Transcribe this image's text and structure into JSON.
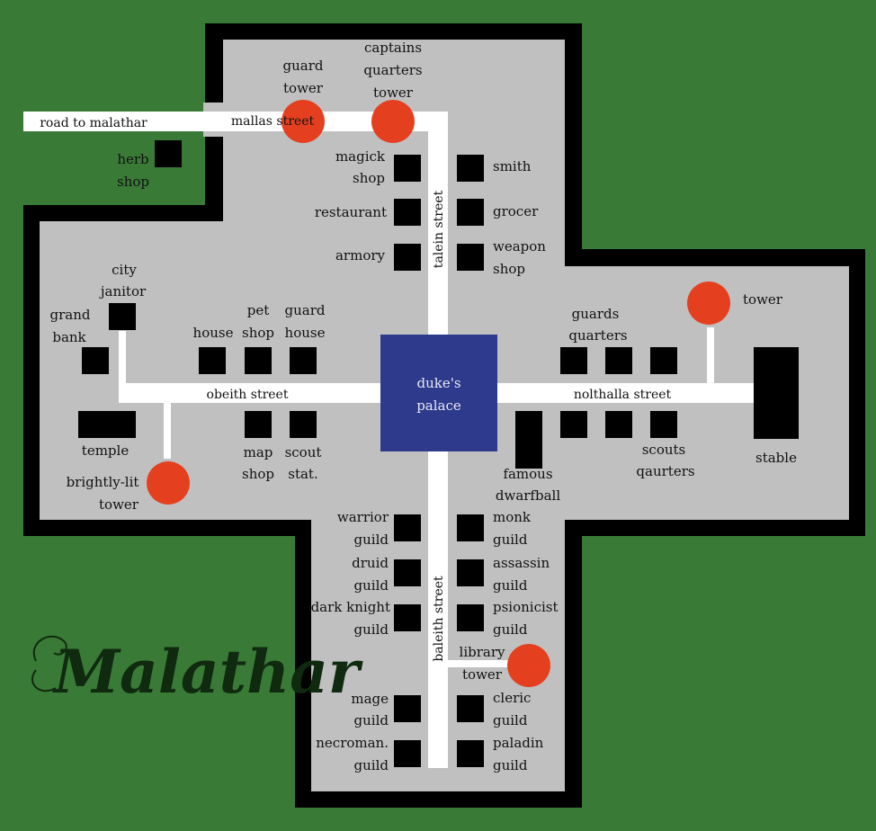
{
  "map": {
    "title": "Malathar",
    "colors": {
      "background": "#3a7a37",
      "wall": "#000000",
      "ground": "#c0c0c0",
      "street": "#ffffff",
      "building": "#000000",
      "tower": "#e4401f",
      "palace": "#2e3a8c"
    },
    "streets": {
      "road_out": "road to malathar",
      "mallas": "mallas street",
      "talein": "talein street",
      "obeith": "obeith street",
      "nolthalla": "nolthalla street",
      "baleith": "baleith street"
    },
    "palace": {
      "line1": "duke's",
      "line2": "palace"
    },
    "labels": {
      "guard_tower": [
        "guard",
        "tower"
      ],
      "captains_tower": [
        "captains",
        "quarters",
        "tower"
      ],
      "herb_shop": [
        "herb",
        "shop"
      ],
      "magick_shop": [
        "magick",
        "shop"
      ],
      "restaurant": [
        "restaurant"
      ],
      "armory": [
        "armory"
      ],
      "smith": [
        "smith"
      ],
      "grocer": [
        "grocer"
      ],
      "weapon_shop": [
        "weapon",
        "shop"
      ],
      "city_janitor": [
        "city",
        "janitor"
      ],
      "grand_bank": [
        "grand",
        "bank"
      ],
      "house": [
        "house"
      ],
      "pet_shop": [
        "pet",
        "shop"
      ],
      "guard_house": [
        "guard",
        "house"
      ],
      "temple": [
        "temple"
      ],
      "brightly_lit_tower": [
        "brightly-lit",
        "tower"
      ],
      "map_shop": [
        "map",
        "shop"
      ],
      "scout_stat": [
        "scout",
        "stat."
      ],
      "guards_quarters": [
        "guards",
        "quarters"
      ],
      "tower_east": [
        "tower"
      ],
      "stable": [
        "stable"
      ],
      "scouts_quarters": [
        "scouts",
        "qaurters"
      ],
      "famous_dwarfball": [
        "famous",
        "dwarfball"
      ],
      "warrior_guild": [
        "warrior",
        "guild"
      ],
      "druid_guild": [
        "druid",
        "guild"
      ],
      "dark_knight_guild": [
        "dark knight",
        "guild"
      ],
      "mage_guild": [
        "mage",
        "guild"
      ],
      "necroman_guild": [
        "necroman.",
        "guild"
      ],
      "monk_guild": [
        "monk",
        "guild"
      ],
      "assassin_guild": [
        "assassin",
        "guild"
      ],
      "psionicist_guild": [
        "psionicist",
        "guild"
      ],
      "library_tower": [
        "library",
        "tower"
      ],
      "cleric_guild": [
        "cleric",
        "guild"
      ],
      "paladin_guild": [
        "paladin",
        "guild"
      ]
    }
  }
}
